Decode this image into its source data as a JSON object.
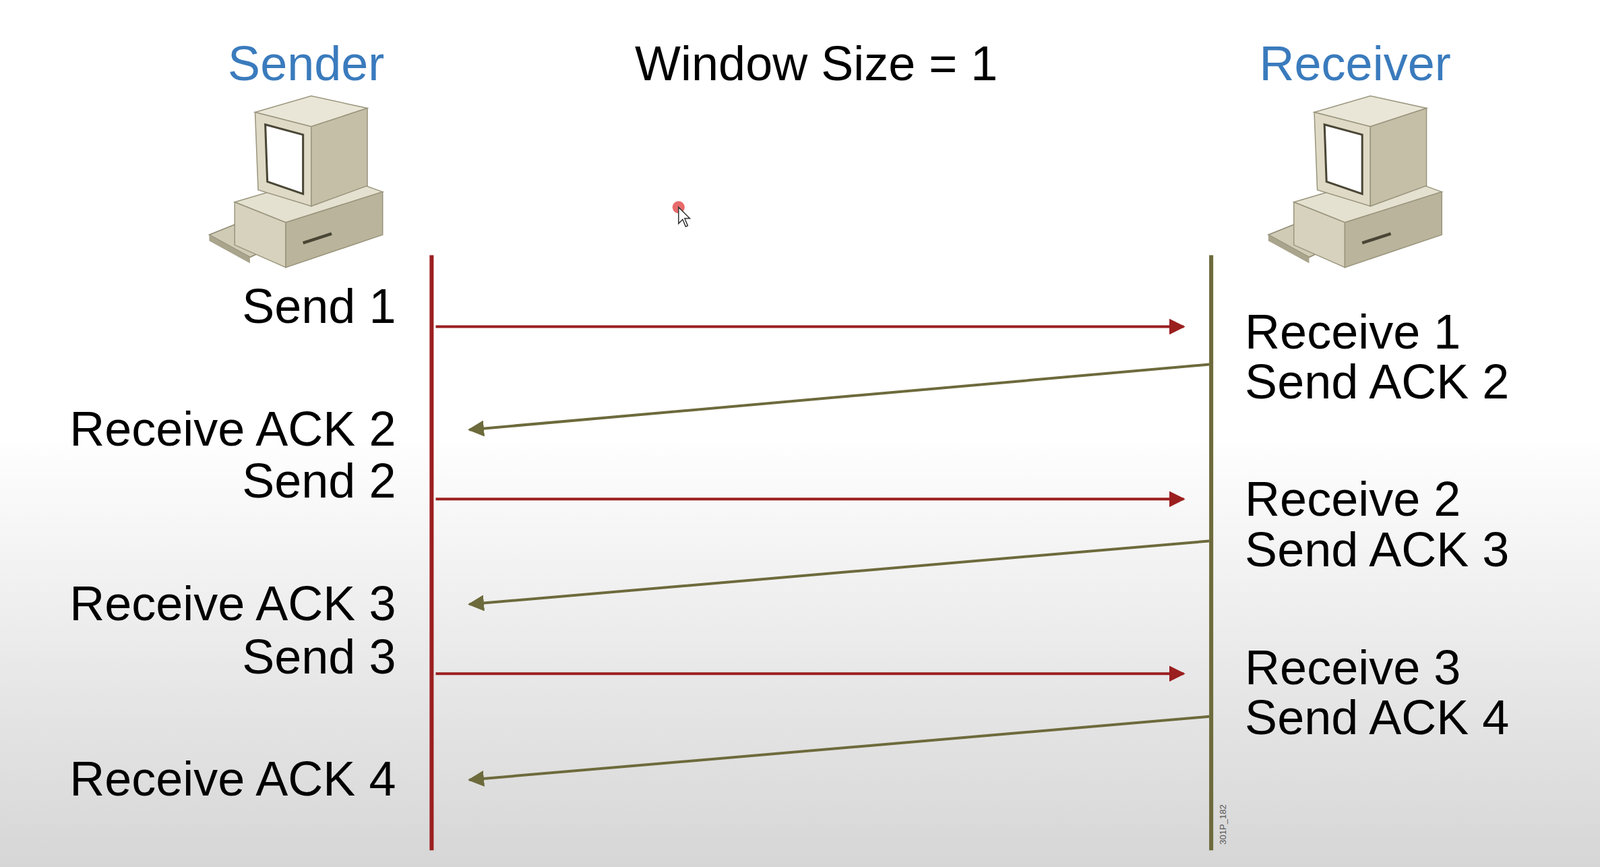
{
  "diagram": {
    "title": "Window Size = 1",
    "labels": [
      "Sender",
      "Receiver",
      "Send 1",
      "Receive 1",
      "Send ACK 2",
      "Receive ACK 2",
      "Send 2",
      "Receive 2",
      "Send ACK 3",
      "Receive ACK 3",
      "Send 3",
      "Receive 3",
      "Send ACK 4",
      "Receive ACK 4",
      "301P_182"
    ]
  }
}
